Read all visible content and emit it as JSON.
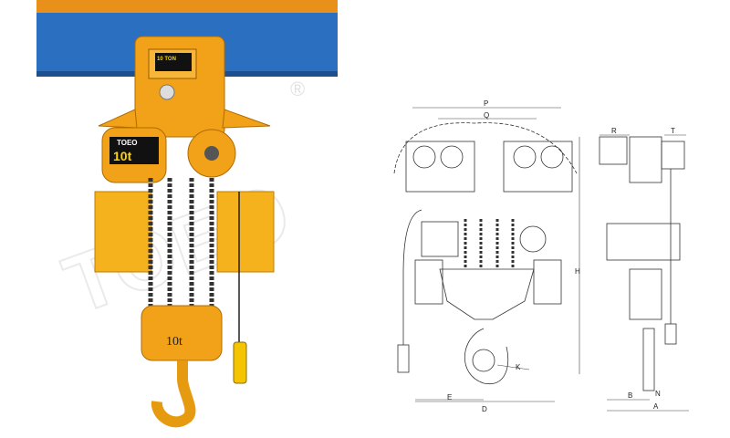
{
  "photo": {
    "body_brand": "TOEO",
    "body_capacity": "10t",
    "trolley_plate": "10 TON",
    "hook_block_capacity": "10t"
  },
  "watermark": {
    "text": "TOEO",
    "mark": "®"
  },
  "drawing": {
    "front_labels": {
      "P": "P",
      "Q": "Q",
      "H": "H",
      "K": "K",
      "D": "D",
      "E": "E"
    },
    "side_labels": {
      "R": "R",
      "T": "T",
      "B": "B",
      "A": "A",
      "N": "N"
    }
  },
  "colors": {
    "beam": "#2a6fc0",
    "hoist": "#f2a218",
    "chain": "#333333"
  }
}
